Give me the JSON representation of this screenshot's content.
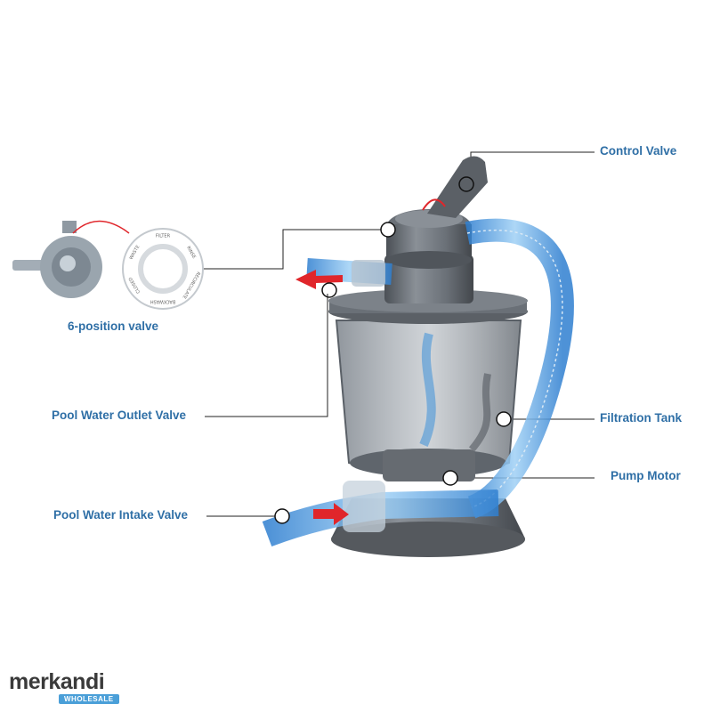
{
  "labels": {
    "control_valve": "Control Valve",
    "filtration_tank": "Filtration Tank",
    "pump_motor": "Pump Motor",
    "outlet_valve": "Pool Water Outlet Valve",
    "intake_valve": "Pool Water Intake Valve",
    "six_position_valve": "6-position valve"
  },
  "dial_positions": [
    "FILTER",
    "RINSE",
    "RECIRCULATE",
    "BACKWASH",
    "CLOSED",
    "WASTE"
  ],
  "logo": {
    "name": "merkandi",
    "badge": "WHOLESALE"
  },
  "colors": {
    "label_blue": "#2f6fa6",
    "tank_gray": "#5b6066",
    "hose_blue": "#3d8fd8",
    "flow_arrow_red": "#e0262b",
    "badge_blue": "#4a9fd8"
  }
}
